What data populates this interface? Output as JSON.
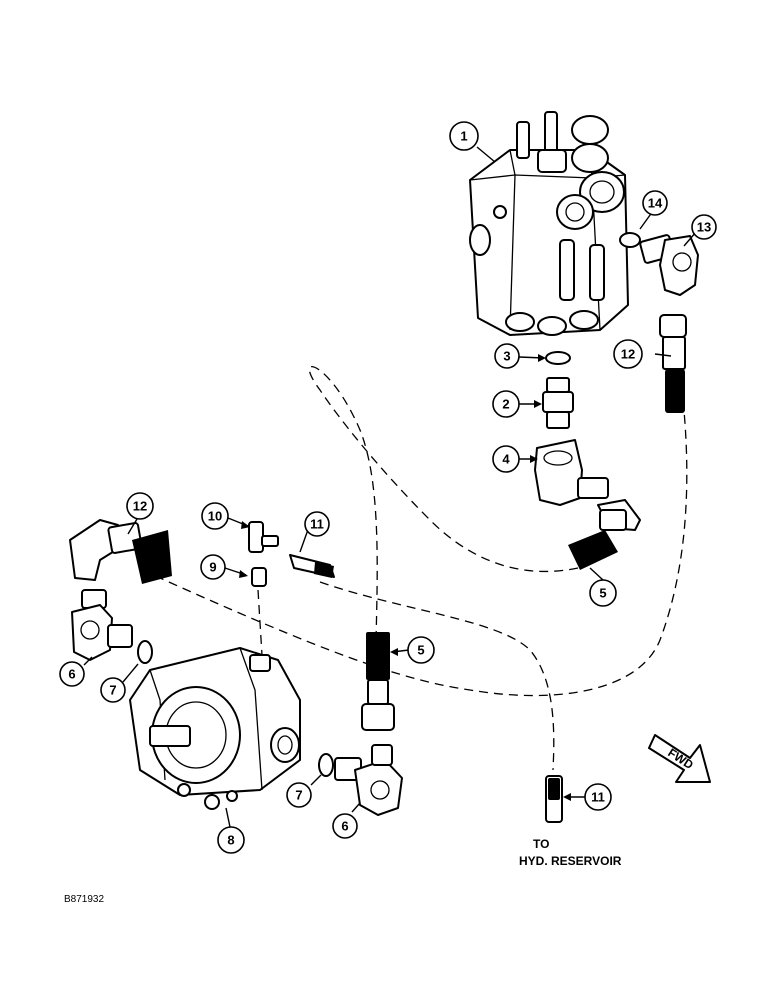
{
  "figure_id": "B871932",
  "reservoir_note": {
    "line1": "TO",
    "line2": "HYD. RESERVOIR"
  },
  "fwd_label": "FWD",
  "callouts": {
    "c1": "1",
    "c2": "2",
    "c3": "3",
    "c4": "4",
    "c5a": "5",
    "c5b": "5",
    "c6a": "6",
    "c6b": "6",
    "c7a": "7",
    "c7b": "7",
    "c8": "8",
    "c9": "9",
    "c10": "10",
    "c11a": "11",
    "c11b": "11",
    "c12a": "12",
    "c12b": "12",
    "c13": "13",
    "c14": "14"
  }
}
